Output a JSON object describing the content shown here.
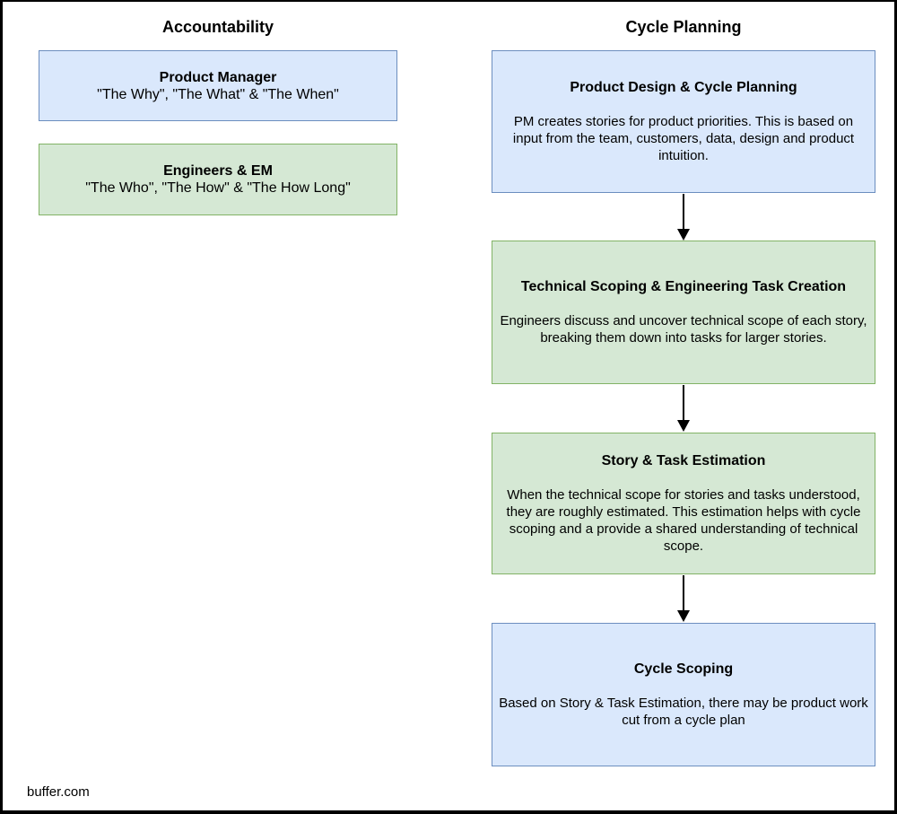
{
  "page": {
    "background": "#ffffff",
    "frame_color": "#000000",
    "arrow_color": "#000000"
  },
  "palette": {
    "blue_fill": "#dae8fc",
    "blue_stroke": "#6c8ebf",
    "green_fill": "#d5e8d4",
    "green_stroke": "#82b366"
  },
  "columns": {
    "accountability": {
      "title": "Accountability",
      "boxes": [
        {
          "title": "Product Manager",
          "subtitle": "\"The Why\", \"The What\" & \"The When\"",
          "fill": "#dae8fc",
          "stroke": "#6c8ebf"
        },
        {
          "title": "Engineers & EM",
          "subtitle": "\"The Who\", \"The How\" & \"The How Long\"",
          "fill": "#d5e8d4",
          "stroke": "#82b366"
        }
      ]
    },
    "cycle_planning": {
      "title": "Cycle Planning",
      "steps": [
        {
          "title": "Product Design & Cycle Planning",
          "body": "PM creates stories for product priorities. This is based on input from the team, customers, data, design and product intuition.",
          "fill": "#dae8fc",
          "stroke": "#6c8ebf"
        },
        {
          "title": "Technical Scoping & Engineering Task Creation",
          "body": "Engineers discuss and uncover technical scope of each story, breaking them down into tasks for larger stories.",
          "fill": "#d5e8d4",
          "stroke": "#82b366"
        },
        {
          "title": "Story & Task Estimation",
          "body": "When the technical scope for stories and tasks understood, they are roughly estimated. This estimation helps with cycle scoping and a provide a shared understanding of technical scope.",
          "fill": "#d5e8d4",
          "stroke": "#82b366"
        },
        {
          "title": "Cycle Scoping",
          "body": "Based on Story & Task Estimation, there may be product work cut from a cycle plan",
          "fill": "#dae8fc",
          "stroke": "#6c8ebf"
        }
      ]
    }
  },
  "footer": {
    "source": "buffer.com"
  }
}
